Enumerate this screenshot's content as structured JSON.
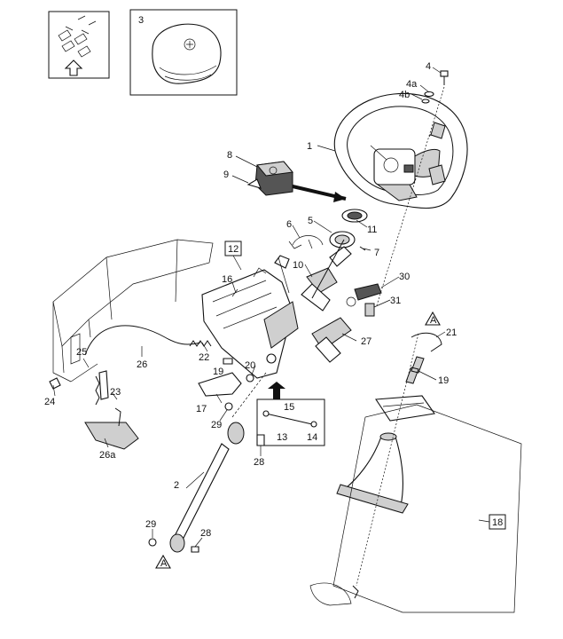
{
  "labels": {
    "l1": "1",
    "l2": "2",
    "l3": "3",
    "l4": "4",
    "l4a": "4a",
    "l4b": "4b",
    "l5": "5",
    "l6": "6",
    "l7": "7",
    "l8": "8",
    "l9": "9",
    "l10": "10",
    "l11": "11",
    "l12": "12",
    "l13": "13",
    "l14": "14",
    "l15": "15",
    "l16": "16",
    "l17": "17",
    "l18": "18",
    "l19a": "19",
    "l19b": "19",
    "l20": "20",
    "l21": "21",
    "l22": "22",
    "l23": "23",
    "l24": "24",
    "l25": "25",
    "l26": "26",
    "l26a": "26a",
    "l27": "27",
    "l28a": "28",
    "l28b": "28",
    "l29a": "29",
    "l29b": "29",
    "l30": "30",
    "l31": "31",
    "markerA1": "A",
    "markerA2": "A"
  }
}
